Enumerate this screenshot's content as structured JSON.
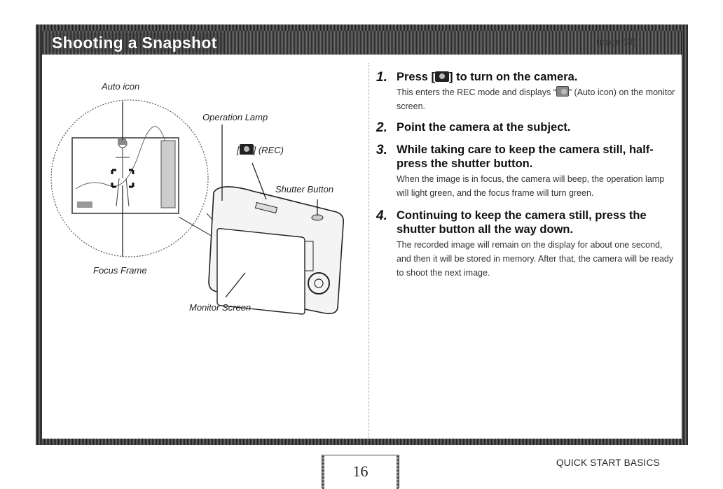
{
  "title": "Shooting a Snapshot",
  "page_ref": "(page 63)",
  "diagram_labels": {
    "auto_icon": "Auto icon",
    "operation_lamp": "Operation Lamp",
    "rec": "] (REC)",
    "rec_bracket": "[",
    "shutter_button": "Shutter Button",
    "focus_frame": "Focus Frame",
    "monitor_screen": "Monitor Screen"
  },
  "steps": [
    {
      "num": "1.",
      "head_pre": "Press [",
      "head_post": "] to turn on the camera.",
      "body_pre": "This enters the REC mode and displays “",
      "body_post": "” (Auto icon) on the monitor screen."
    },
    {
      "num": "2.",
      "head": "Point the camera at the subject."
    },
    {
      "num": "3.",
      "head": "While taking care to keep the camera still, half-press the shutter button.",
      "body": "When the image is in focus, the camera will beep, the operation lamp will light green, and the focus frame will turn green."
    },
    {
      "num": "4.",
      "head": "Continuing to keep the camera still, press the shutter button all the way down.",
      "body": "The recorded image will remain on the display for about one second, and then it will be stored in memory. After that, the camera will be ready to shoot the next image."
    }
  ],
  "footer": {
    "section": "QUICK START BASICS",
    "page_number": "16"
  },
  "icons": {
    "camera": "camera-icon",
    "auto": "auto-icon"
  }
}
